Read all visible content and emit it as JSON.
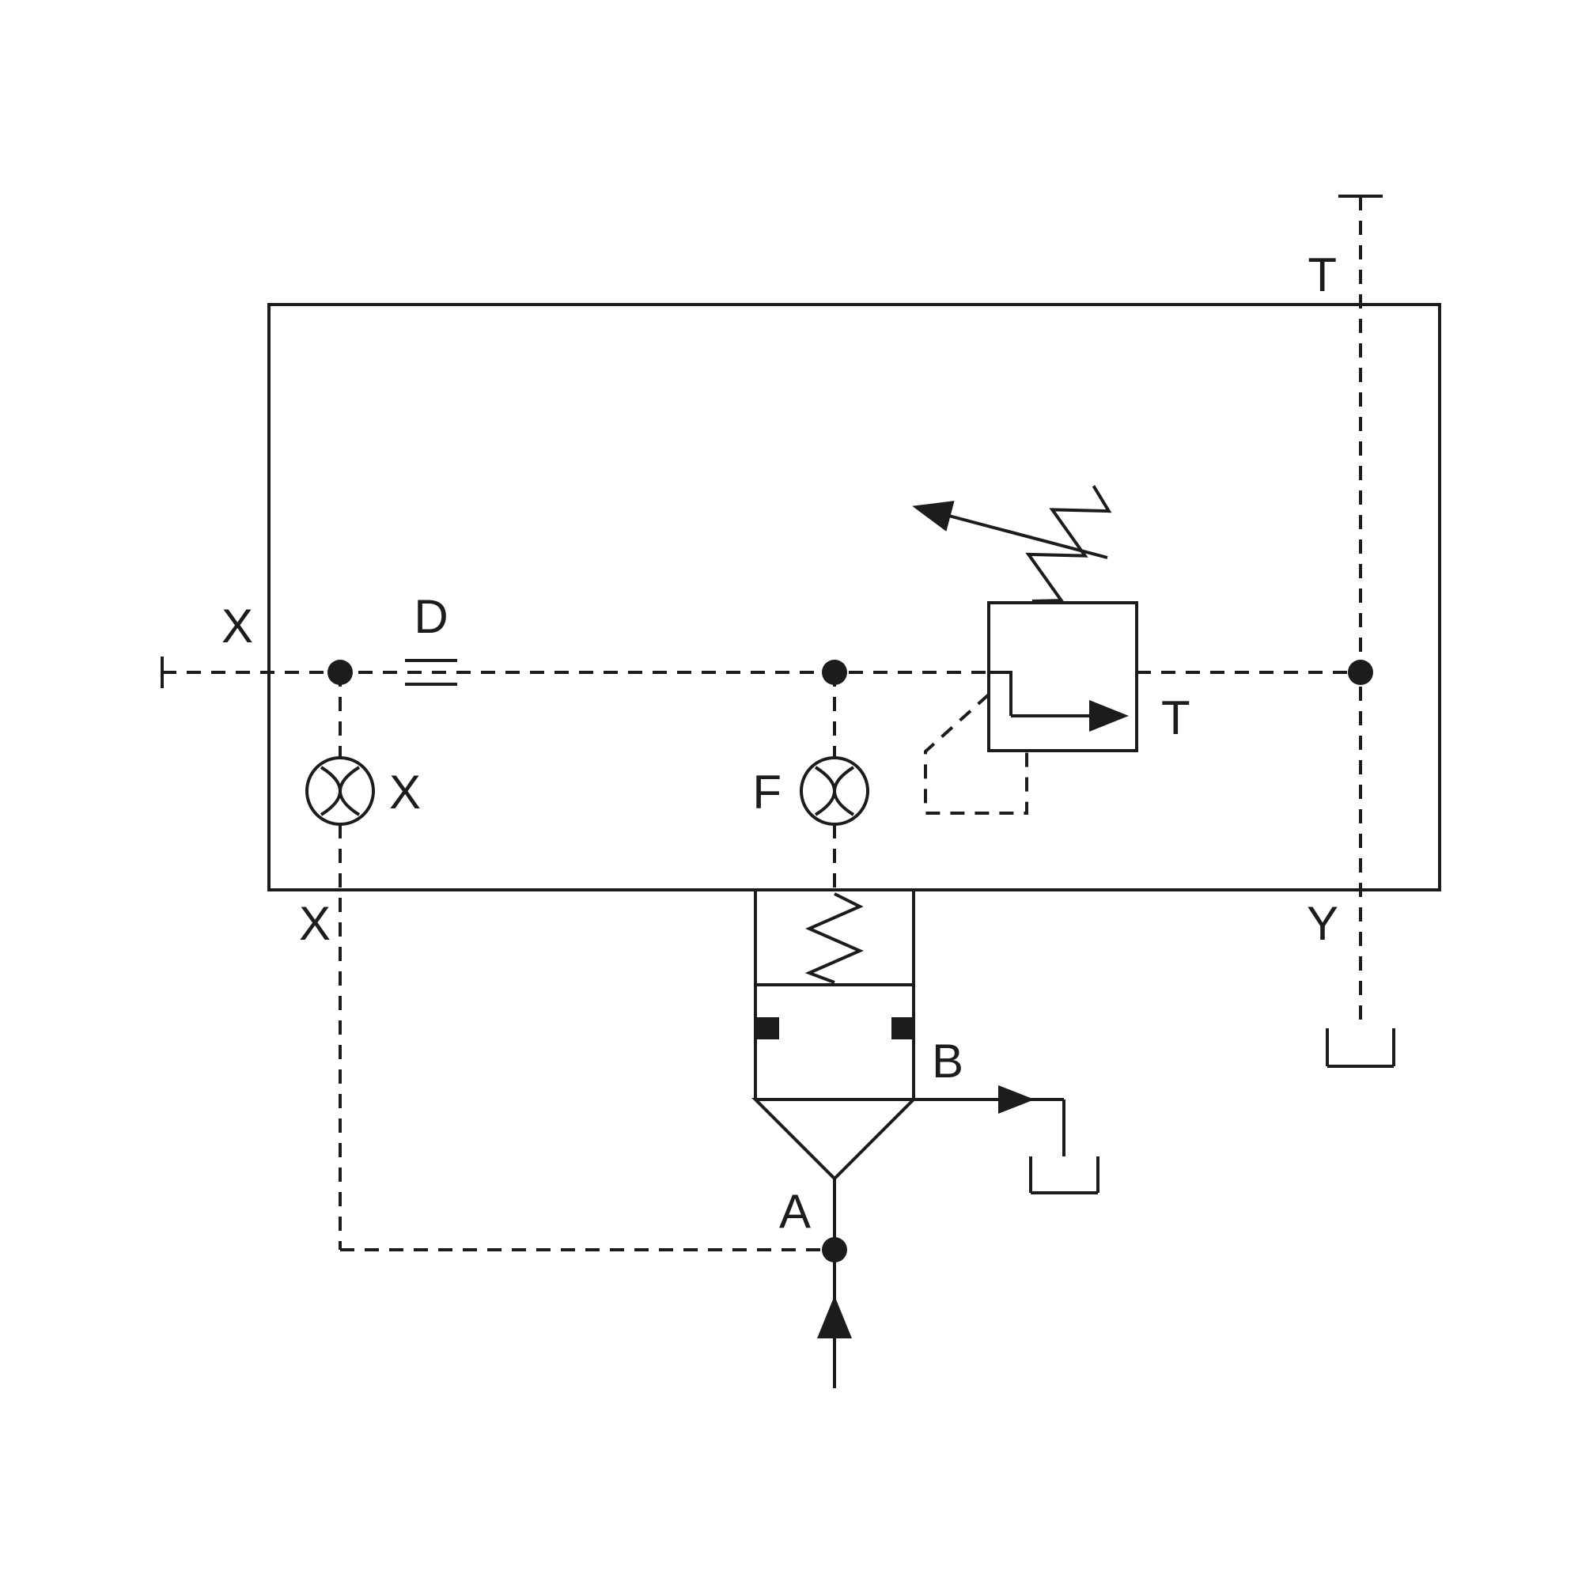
{
  "diagram": {
    "kind": "hydraulic-valve-schematic",
    "colors": {
      "line": "#1c1c1c",
      "background": "#ffffff"
    },
    "labels": {
      "x_left": "X",
      "orifice": "D",
      "x_gauge": "X",
      "x_pilot": "X",
      "f_gauge": "F",
      "t_relief": "T",
      "t_line": "T",
      "y_line": "Y",
      "a_port": "A",
      "b_port": "B"
    }
  }
}
